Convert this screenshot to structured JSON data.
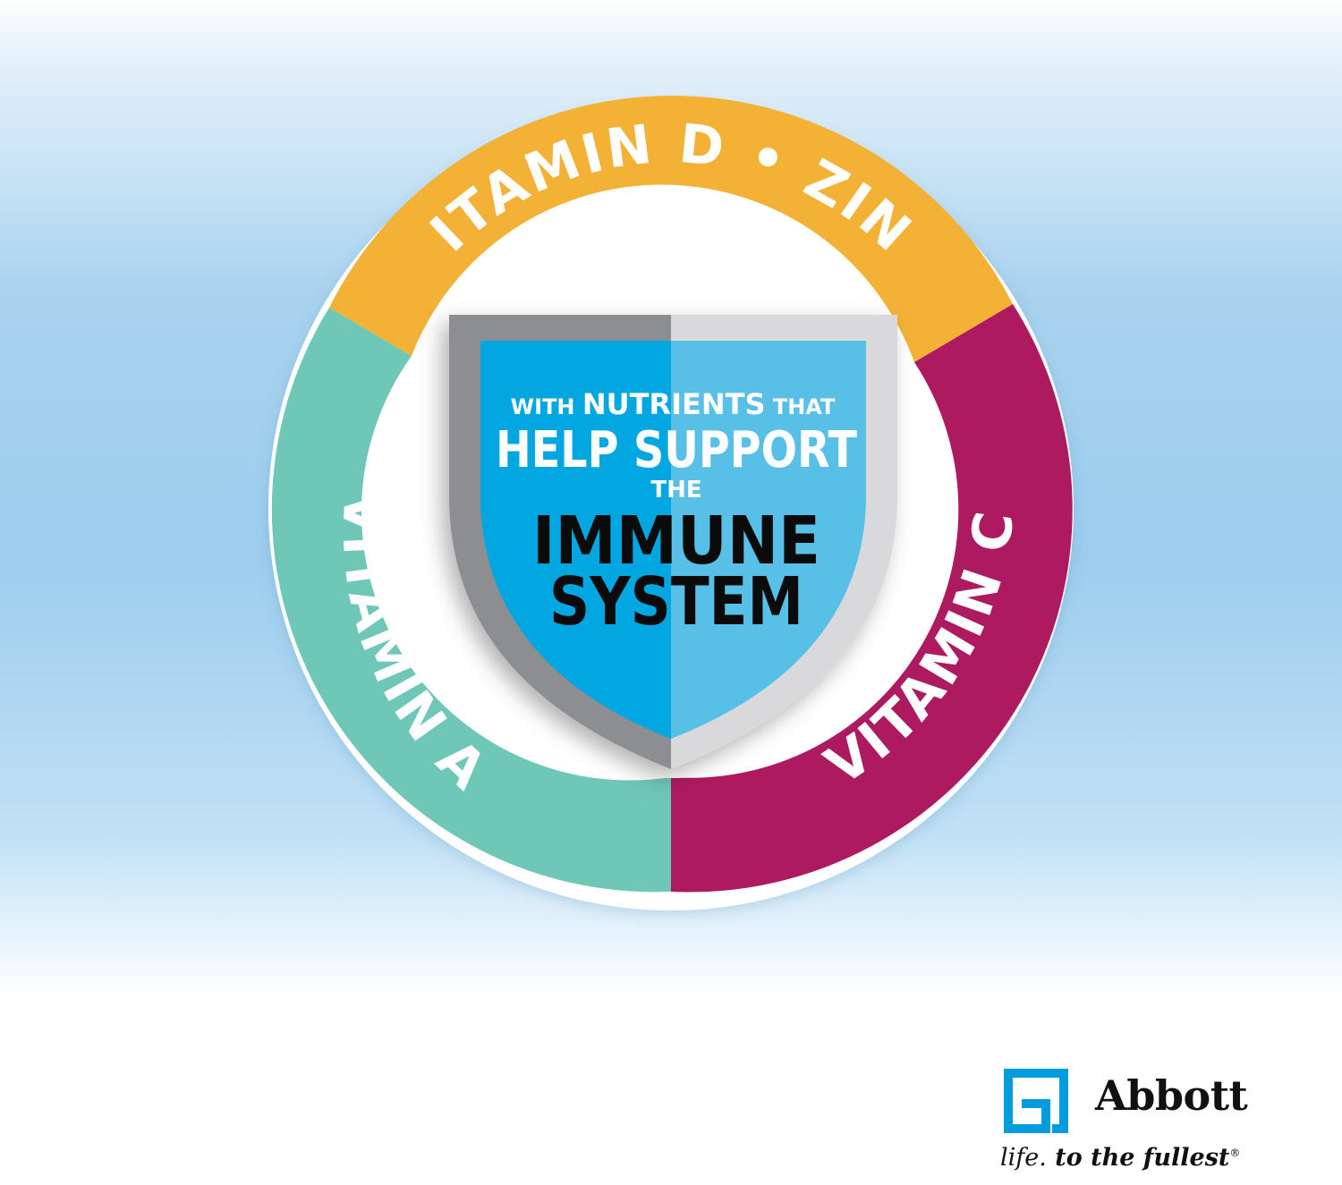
{
  "ring": {
    "top_label": "VITAMIN D • ZINC",
    "left_label": "VITAMIN A",
    "right_label": "VITAMIN C"
  },
  "shield": {
    "line1_prefix": "WITH ",
    "line1_emphasis": "NUTRIENTS",
    "line1_suffix": " THAT",
    "line2": "HELP SUPPORT",
    "line3": "THE",
    "line4": "IMMUNE",
    "line5": "SYSTEM"
  },
  "brand": {
    "name": "Abbott",
    "tagline_light": "life.",
    "tagline_bold": " to the fullest",
    "registered_mark": "®"
  },
  "colors": {
    "segment_top": "#f3b236",
    "segment_left": "#6fc7b8",
    "segment_right": "#ad1a5f",
    "shield_blue_left": "#02a6e0",
    "shield_blue_right": "#58bfe7",
    "logo_blue": "#009cde"
  }
}
